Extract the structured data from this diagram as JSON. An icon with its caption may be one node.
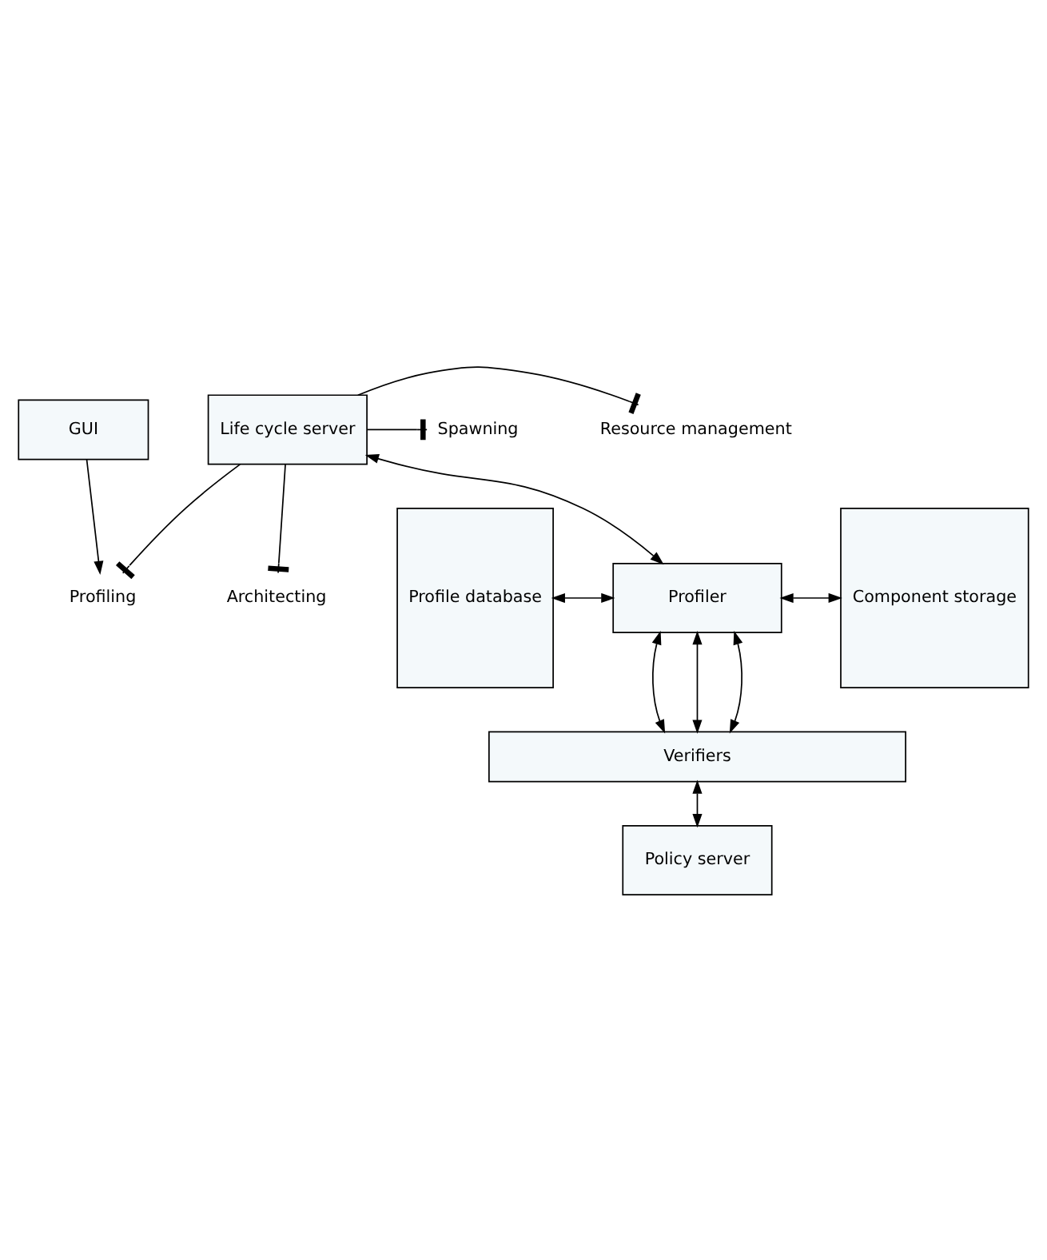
{
  "diagram": {
    "nodes": [
      {
        "text": [
          "GUI"
        ]
      },
      {
        "text": [
          "Profiling"
        ]
      },
      {
        "text": [
          "Life cycle server"
        ]
      },
      {
        "text": [
          "Resource management"
        ]
      },
      {
        "text": [
          "Spawning"
        ]
      },
      {
        "text": [
          "Architecting"
        ]
      },
      {
        "text": [
          "Profile database"
        ]
      },
      {
        "text": [
          "Profiler"
        ]
      },
      {
        "text": [
          "Component storage"
        ]
      },
      {
        "text": [
          "Verifiers"
        ]
      },
      {
        "text": [
          "Policy server"
        ]
      }
    ],
    "edges": [
      {
        "from": 0,
        "to": 1,
        "arrow": "to"
      },
      {
        "from": 2,
        "to": 1,
        "arrow": "other"
      },
      {
        "from": 2,
        "to": 3,
        "arrow": "other"
      },
      {
        "from": 2,
        "to": 4,
        "arrow": "other"
      },
      {
        "from": 2,
        "to": 5,
        "arrow": "other"
      },
      {
        "from": 2,
        "to": 7,
        "arrow": "both"
      },
      {
        "from": 6,
        "to": 7,
        "arrow": "both"
      },
      {
        "from": 7,
        "to": 8,
        "arrow": "both"
      },
      {
        "from": 7,
        "to": 9,
        "arrow": "both"
      },
      {
        "from": 7,
        "to": 9,
        "arrow": "both"
      },
      {
        "from": 7,
        "to": 9,
        "arrow": "both"
      },
      {
        "from": 9,
        "to": 10,
        "arrow": "both"
      }
    ]
  }
}
